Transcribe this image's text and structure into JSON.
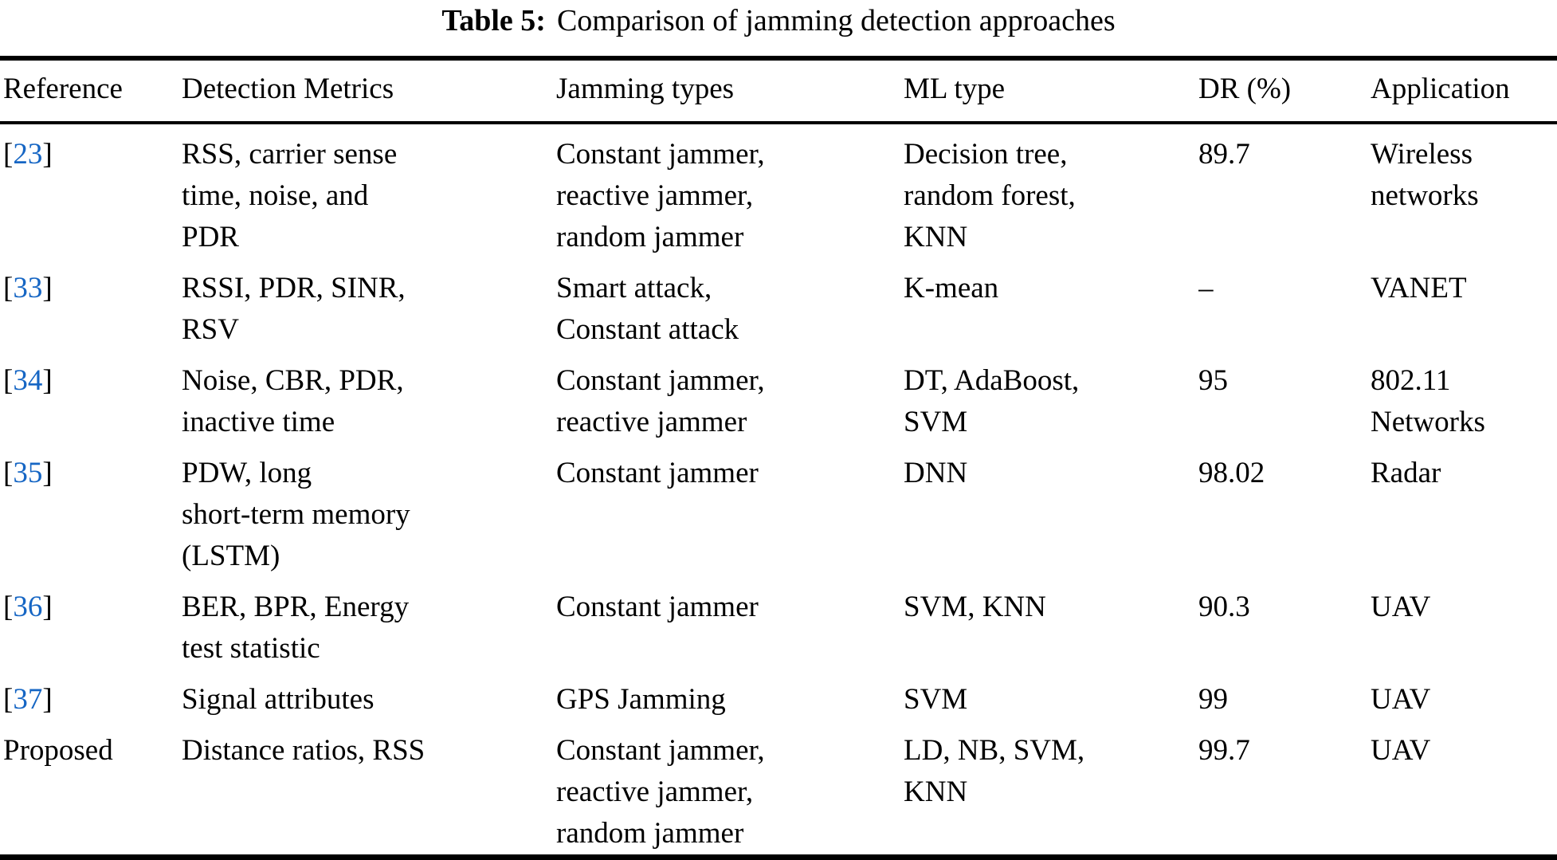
{
  "title": {
    "label": "Table 5:",
    "text": "Comparison of jamming detection approaches"
  },
  "colors": {
    "citation": "#1666C4",
    "text": "#000000",
    "background": "#FFFFFF",
    "rule": "#000000"
  },
  "table": {
    "columns": [
      "Reference",
      "Detection Metrics",
      "Jamming types",
      "ML type",
      "DR (%)",
      "Application"
    ],
    "rows": [
      {
        "reference": "23",
        "ref_is_citation": true,
        "metrics": "RSS, carrier sense\ntime, noise, and\nPDR",
        "jamming": "Constant jammer,\nreactive jammer,\nrandom jammer",
        "ml": "Decision tree,\nrandom forest,\nKNN",
        "dr": "89.7",
        "application": "Wireless\nnetworks"
      },
      {
        "reference": "33",
        "ref_is_citation": true,
        "metrics": "RSSI, PDR, SINR,\nRSV",
        "jamming": "Smart attack,\nConstant attack",
        "ml": "K-mean",
        "dr": "–",
        "application": "VANET"
      },
      {
        "reference": "34",
        "ref_is_citation": true,
        "metrics": "Noise, CBR, PDR,\ninactive time",
        "jamming": "Constant jammer,\nreactive jammer",
        "ml": "DT, AdaBoost,\nSVM",
        "dr": "95",
        "application": "802.11\nNetworks"
      },
      {
        "reference": "35",
        "ref_is_citation": true,
        "metrics": "PDW, long\nshort-term memory\n(LSTM)",
        "jamming": "Constant jammer",
        "ml": "DNN",
        "dr": "98.02",
        "application": "Radar"
      },
      {
        "reference": "36",
        "ref_is_citation": true,
        "metrics": "BER, BPR, Energy\ntest statistic",
        "jamming": "Constant jammer",
        "ml": "SVM, KNN",
        "dr": "90.3",
        "application": "UAV"
      },
      {
        "reference": "37",
        "ref_is_citation": true,
        "metrics": "Signal attributes",
        "jamming": "GPS Jamming",
        "ml": "SVM",
        "dr": "99",
        "application": "UAV"
      },
      {
        "reference": "Proposed",
        "ref_is_citation": false,
        "metrics": "Distance ratios, RSS",
        "jamming": "Constant jammer,\nreactive jammer,\nrandom jammer",
        "ml": "LD, NB, SVM,\nKNN",
        "dr": "99.7",
        "application": "UAV"
      }
    ]
  }
}
